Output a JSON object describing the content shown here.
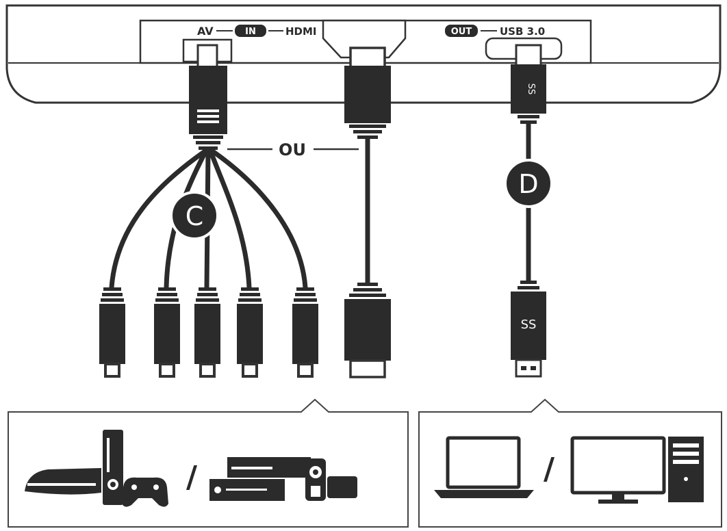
{
  "device": {
    "in_label": "IN",
    "av_label": "AV",
    "hdmi_label": "HDMI",
    "out_label": "OUT",
    "usb_label": "USB 3.0"
  },
  "cables": {
    "or_label": "OU",
    "badge_c": "C",
    "badge_d": "D"
  },
  "sources": {
    "separator": "/"
  },
  "targets": {
    "separator": "/"
  },
  "colors": {
    "dark": "#2b2b2b",
    "outline": "#333333",
    "light": "#ffffff"
  }
}
